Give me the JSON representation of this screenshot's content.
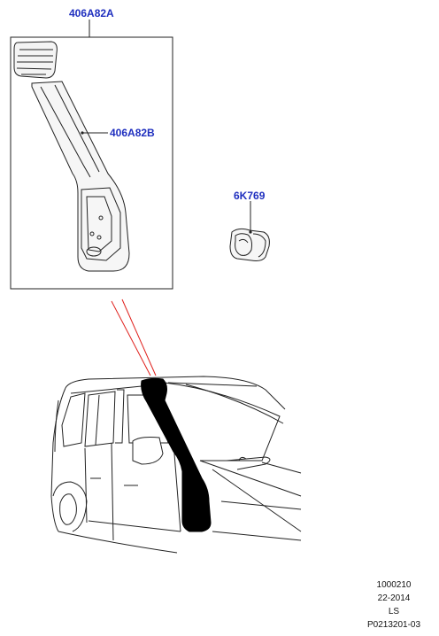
{
  "callouts": {
    "part_a": "406A82A",
    "part_b": "406A82B",
    "part_c": "6K769"
  },
  "footer": {
    "line1": "1000210",
    "line2": "22-2014",
    "line3": "LS",
    "line4": "P0213201-03"
  },
  "colors": {
    "callout_text": "#1f2fbf",
    "leader_line": "#1f2fbf",
    "pointer_lines": "#e0201c",
    "outline": "#222222",
    "snorkel_fill": "#000000"
  }
}
